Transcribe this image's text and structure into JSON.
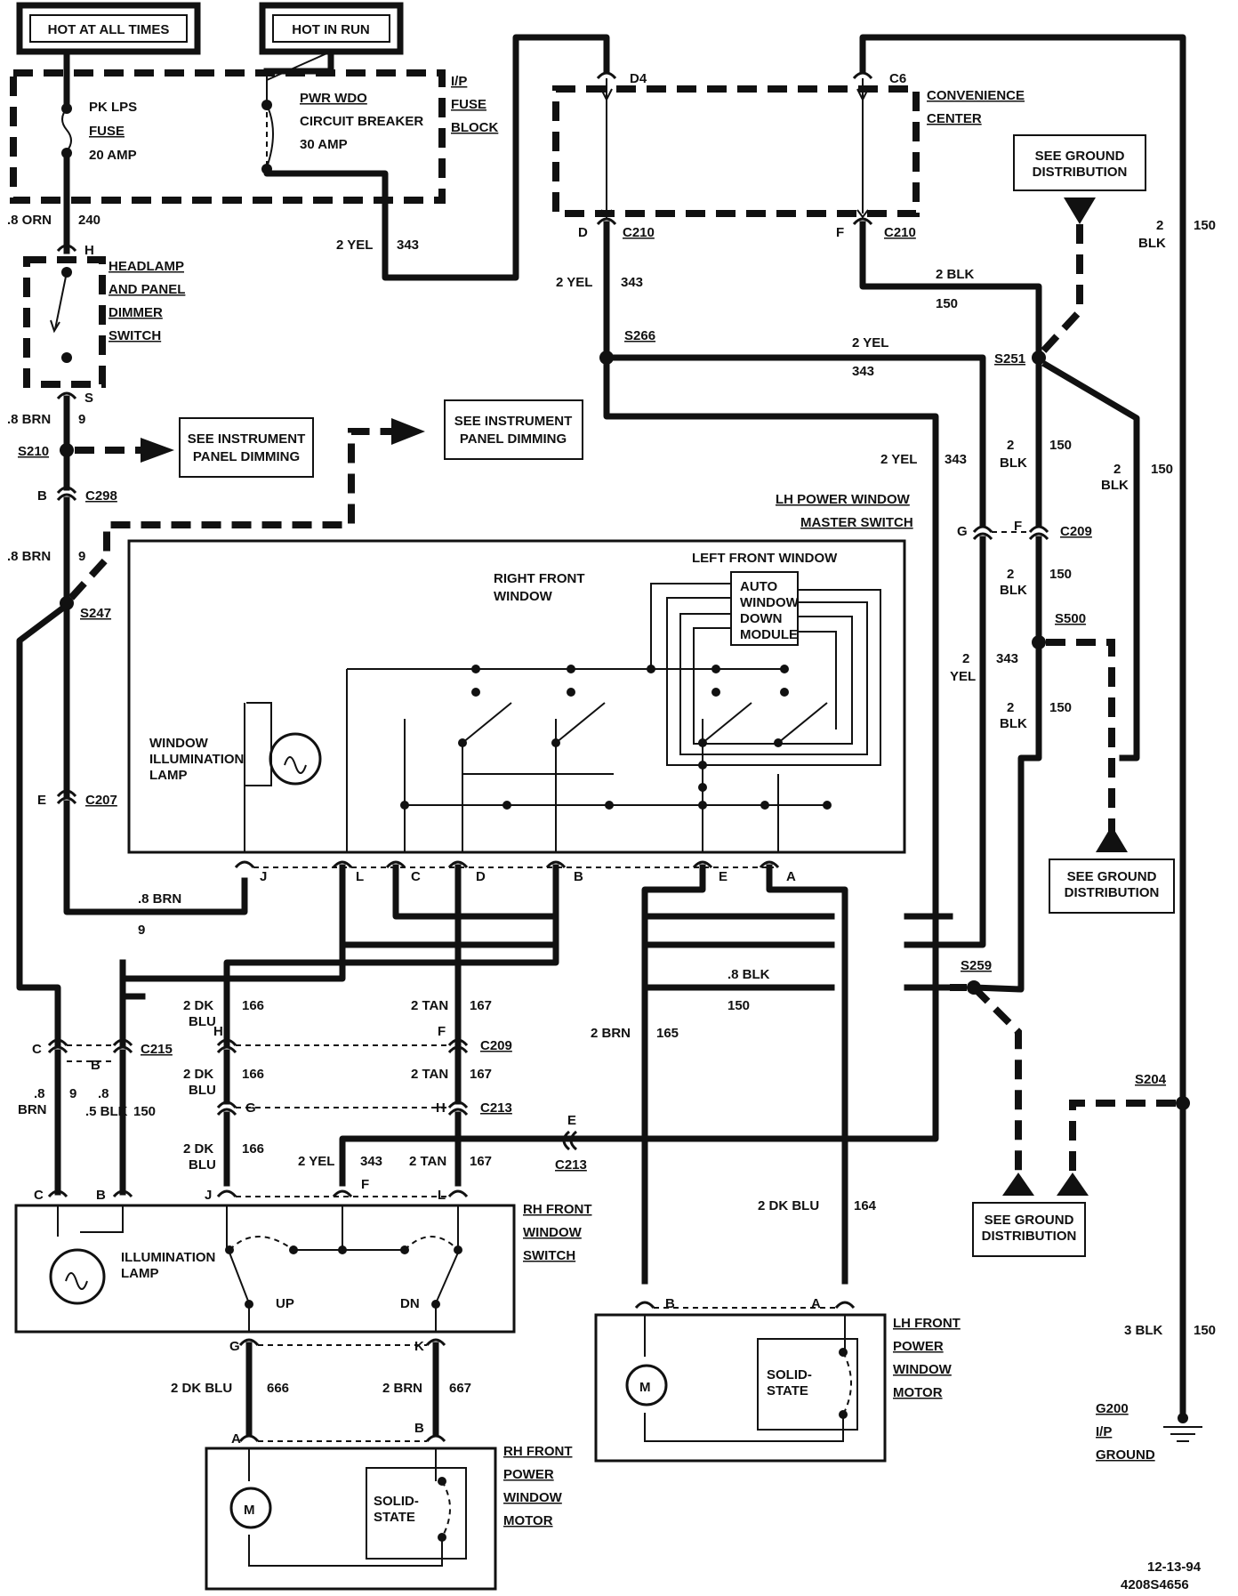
{
  "power": {
    "hot_at_all_times": "HOT AT ALL TIMES",
    "hot_in_run": "HOT IN RUN"
  },
  "fuse_block": {
    "label": [
      "I/P",
      "FUSE",
      "BLOCK"
    ],
    "fuse": [
      "PK LPS",
      "FUSE",
      "20 AMP"
    ],
    "breaker": [
      "PWR WDO",
      "CIRCUIT BREAKER",
      "30 AMP"
    ]
  },
  "convenience_center": {
    "label": [
      "CONVENIENCE",
      "CENTER"
    ]
  },
  "ground_refs": {
    "top": [
      "SEE GROUND",
      "DISTRIBUTION"
    ],
    "mid": [
      "SEE GROUND",
      "DISTRIBUTION"
    ],
    "bottom": [
      "SEE GROUND",
      "DISTRIBUTION"
    ]
  },
  "dimming_refs": {
    "a": [
      "SEE INSTRUMENT",
      "PANEL DIMMING"
    ],
    "b": [
      "SEE INSTRUMENT",
      "PANEL DIMMING"
    ]
  },
  "headlamp_switch": [
    "HEADLAMP",
    "AND PANEL",
    "DIMMER",
    "SWITCH"
  ],
  "master_switch": {
    "title": [
      "LH POWER WINDOW",
      "MASTER SWITCH"
    ],
    "right_front": [
      "RIGHT FRONT",
      "WINDOW"
    ],
    "left_front": "LEFT FRONT WINDOW",
    "module": [
      "AUTO",
      "WINDOW",
      "DOWN",
      "MODULE"
    ],
    "lamp": [
      "WINDOW",
      "ILLUMINATION",
      "LAMP"
    ]
  },
  "rh_switch": {
    "title": [
      "RH FRONT",
      "WINDOW",
      "SWITCH"
    ],
    "lamp": [
      "ILLUMINATION",
      "LAMP"
    ],
    "up": "UP",
    "dn": "DN"
  },
  "rh_motor": {
    "title": [
      "RH FRONT",
      "POWER",
      "WINDOW",
      "MOTOR"
    ],
    "m": "M",
    "solid": [
      "SOLID-",
      "STATE"
    ]
  },
  "lh_motor": {
    "title": [
      "LH FRONT",
      "POWER",
      "WINDOW",
      "MOTOR"
    ],
    "m": "M",
    "solid": [
      "SOLID-",
      "STATE"
    ]
  },
  "g200": [
    "G200",
    "I/P",
    "GROUND"
  ],
  "splices": {
    "s210": "S210",
    "s247": "S247",
    "s266": "S266",
    "s251": "S251",
    "s500": "S500",
    "s259": "S259",
    "s204": "S204"
  },
  "connectors": {
    "c210": "C210",
    "c298": "C298",
    "c207": "C207",
    "c209": "C209",
    "c215": "C215",
    "c213": "C213"
  },
  "pins": {
    "d4": "D4",
    "c6": "C6",
    "d": "D",
    "f": "F",
    "h": "H",
    "s": "S",
    "b": "B",
    "e": "E",
    "g": "G",
    "j": "J",
    "l": "L",
    "c": "C",
    "k": "K",
    "a": "A"
  },
  "wires": {
    "w240": ".8 ORN",
    "n240": "240",
    "w343a": "2 YEL",
    "n343": "343",
    "w9": ".8 BRN",
    "n9": "9",
    "wblk2": "2 BLK",
    "n150": "150",
    "wblk8": ".8 BLK",
    "wblk5": ".5 BLK",
    "wblk3": "3 BLK",
    "wbrn8": ".8",
    "wbrn8b": "BRN",
    "wdkblu": "2 DK",
    "wdkblu2": "BLU",
    "n166": "166",
    "wtan": "2 TAN",
    "n167": "167",
    "wbrn2": "2 BRN",
    "n165": "165",
    "wdkblu164": "2 DK BLU",
    "n164": "164",
    "wdkblu666": "2 DK BLU",
    "n666": "666",
    "wbrn667": "2 BRN",
    "n667": "667",
    "n2": "2",
    "yel": "YEL",
    "blk": "BLK"
  },
  "footer": {
    "date": "12-13-94",
    "code": "4208S4656"
  }
}
